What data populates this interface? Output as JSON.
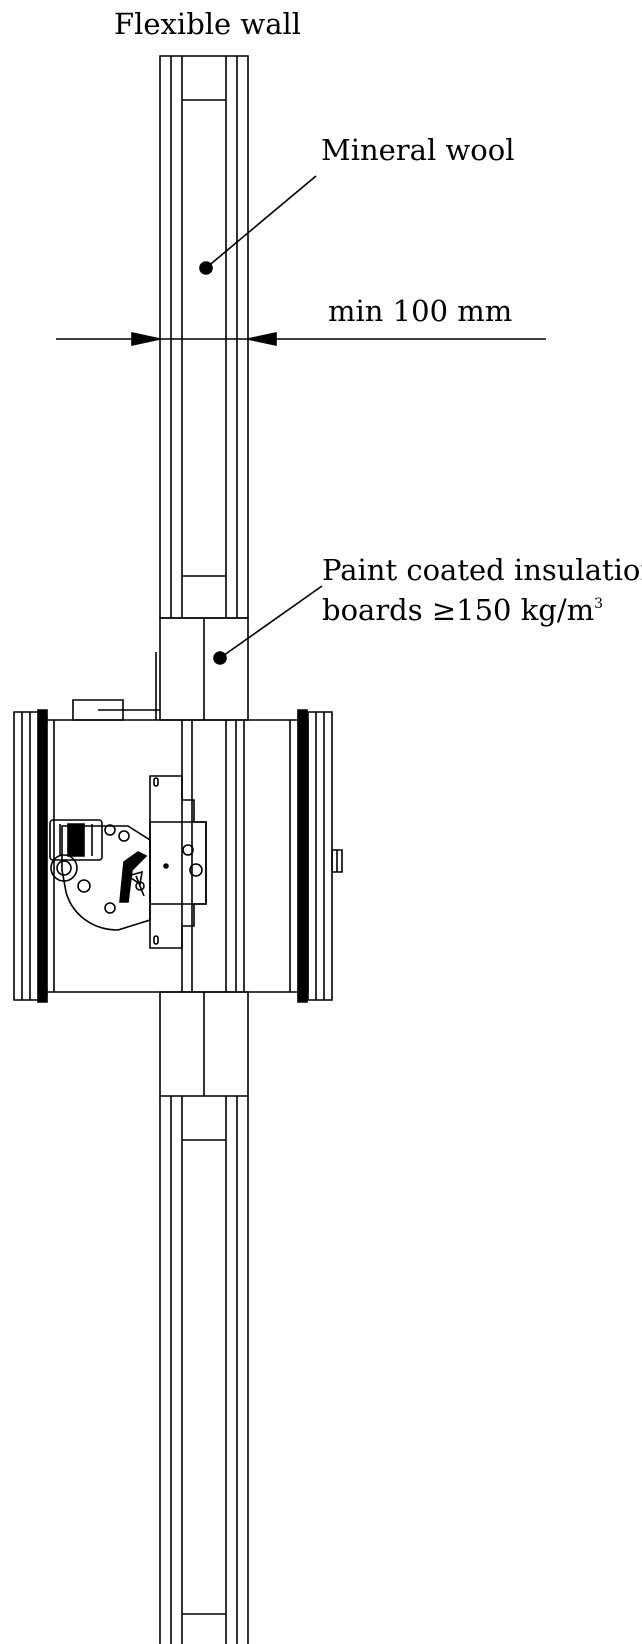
{
  "diagram": {
    "title": "Flexible wall",
    "labels": {
      "mineral_wool": "Mineral wool",
      "dimension": "min 100 mm",
      "insulation_line1": "Paint coated insulation",
      "insulation_line2_text": "boards  ≥150 kg/m",
      "insulation_line2_sup": "3"
    }
  },
  "colors": {
    "line": "#000000",
    "background": "#ffffff"
  }
}
